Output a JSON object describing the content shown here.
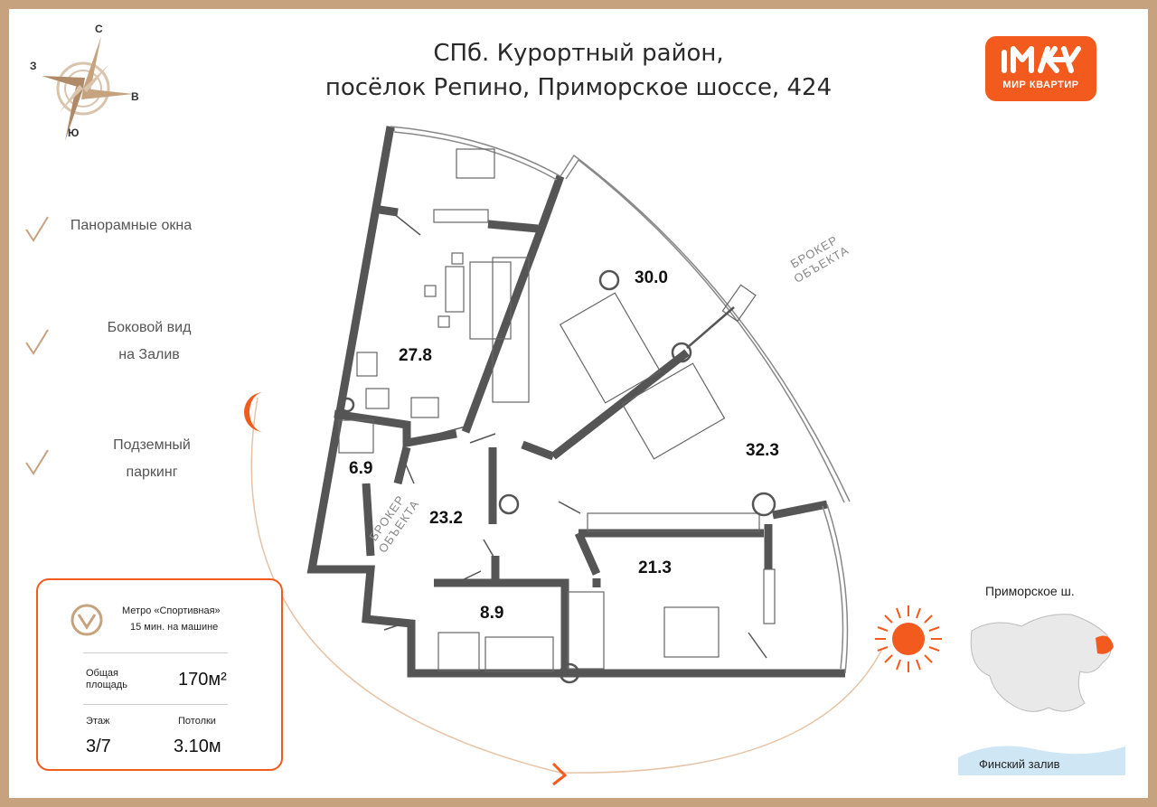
{
  "header": {
    "title_line1": "СПб. Курортный район,",
    "title_line2": "посёлок Репино, Приморское шоссе, 424"
  },
  "logo": {
    "mark": "ІМЖ",
    "text": "МИР КВАРТИР"
  },
  "compass": {
    "north": "С",
    "east": "В",
    "south": "Ю",
    "west": "З"
  },
  "features": [
    {
      "line1": "Панорамные окна",
      "line2": ""
    },
    {
      "line1": "Боковой вид",
      "line2": "на Залив"
    },
    {
      "line1": "Подземный",
      "line2": "паркинг"
    }
  ],
  "rooms": {
    "living": "30.0",
    "kitchen": "27.8",
    "bedroom_big": "32.3",
    "bath_small": "6.9",
    "hall": "23.2",
    "bedroom": "21.3",
    "bath": "8.9"
  },
  "watermark": {
    "broker_line1": "БРОКЕР",
    "broker_line2": "ОБЪЕКТА"
  },
  "card": {
    "metro_line1": "Метро «Спортивная»",
    "metro_line2": "15 мин. на машине",
    "area_label_1": "Общая",
    "area_label_2": "площадь",
    "area_value": "170м²",
    "floor_label": "Этаж",
    "floor_value": "3/7",
    "ceiling_label": "Потолки",
    "ceiling_value": "3.10м"
  },
  "map": {
    "road_label": "Приморское ш.",
    "water_label": "Финский залив"
  },
  "colors": {
    "accent": "#f25a1e",
    "frame": "#c7a27e",
    "wall": "#555555"
  }
}
